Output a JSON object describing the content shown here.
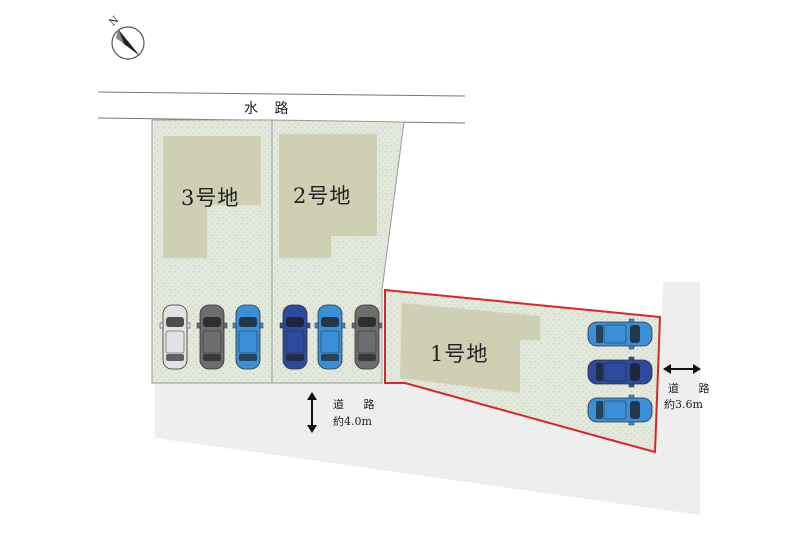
{
  "compass": {
    "north_label": "N"
  },
  "waterway": {
    "label": "水 路"
  },
  "lots": [
    {
      "id": "lot-3",
      "label": "3号地"
    },
    {
      "id": "lot-2",
      "label": "2号地"
    },
    {
      "id": "lot-1",
      "label": "1号地"
    }
  ],
  "roads": {
    "front": {
      "label": "道 路",
      "width_label": "約4.0m"
    },
    "side": {
      "label": "道 路",
      "width_label": "約3.6m"
    }
  },
  "colors": {
    "lot_ground": "#e3e8dc",
    "building": "#cfcfb3",
    "road": "#eeeeee",
    "highlight_border": "#d8262c",
    "car_white": "#e2e2e2",
    "car_gray": "#6d6d6d",
    "car_blue_light": "#3b8fd6",
    "car_blue_dark": "#2c4a9e"
  },
  "cars": [
    {
      "lot": "lot-3",
      "color": "car_white"
    },
    {
      "lot": "lot-3",
      "color": "car_gray"
    },
    {
      "lot": "lot-3",
      "color": "car_blue_light"
    },
    {
      "lot": "lot-2",
      "color": "car_blue_dark"
    },
    {
      "lot": "lot-2",
      "color": "car_blue_light"
    },
    {
      "lot": "lot-2",
      "color": "car_gray"
    },
    {
      "lot": "lot-1",
      "color": "car_blue_light"
    },
    {
      "lot": "lot-1",
      "color": "car_blue_dark"
    },
    {
      "lot": "lot-1",
      "color": "car_blue_light"
    }
  ]
}
